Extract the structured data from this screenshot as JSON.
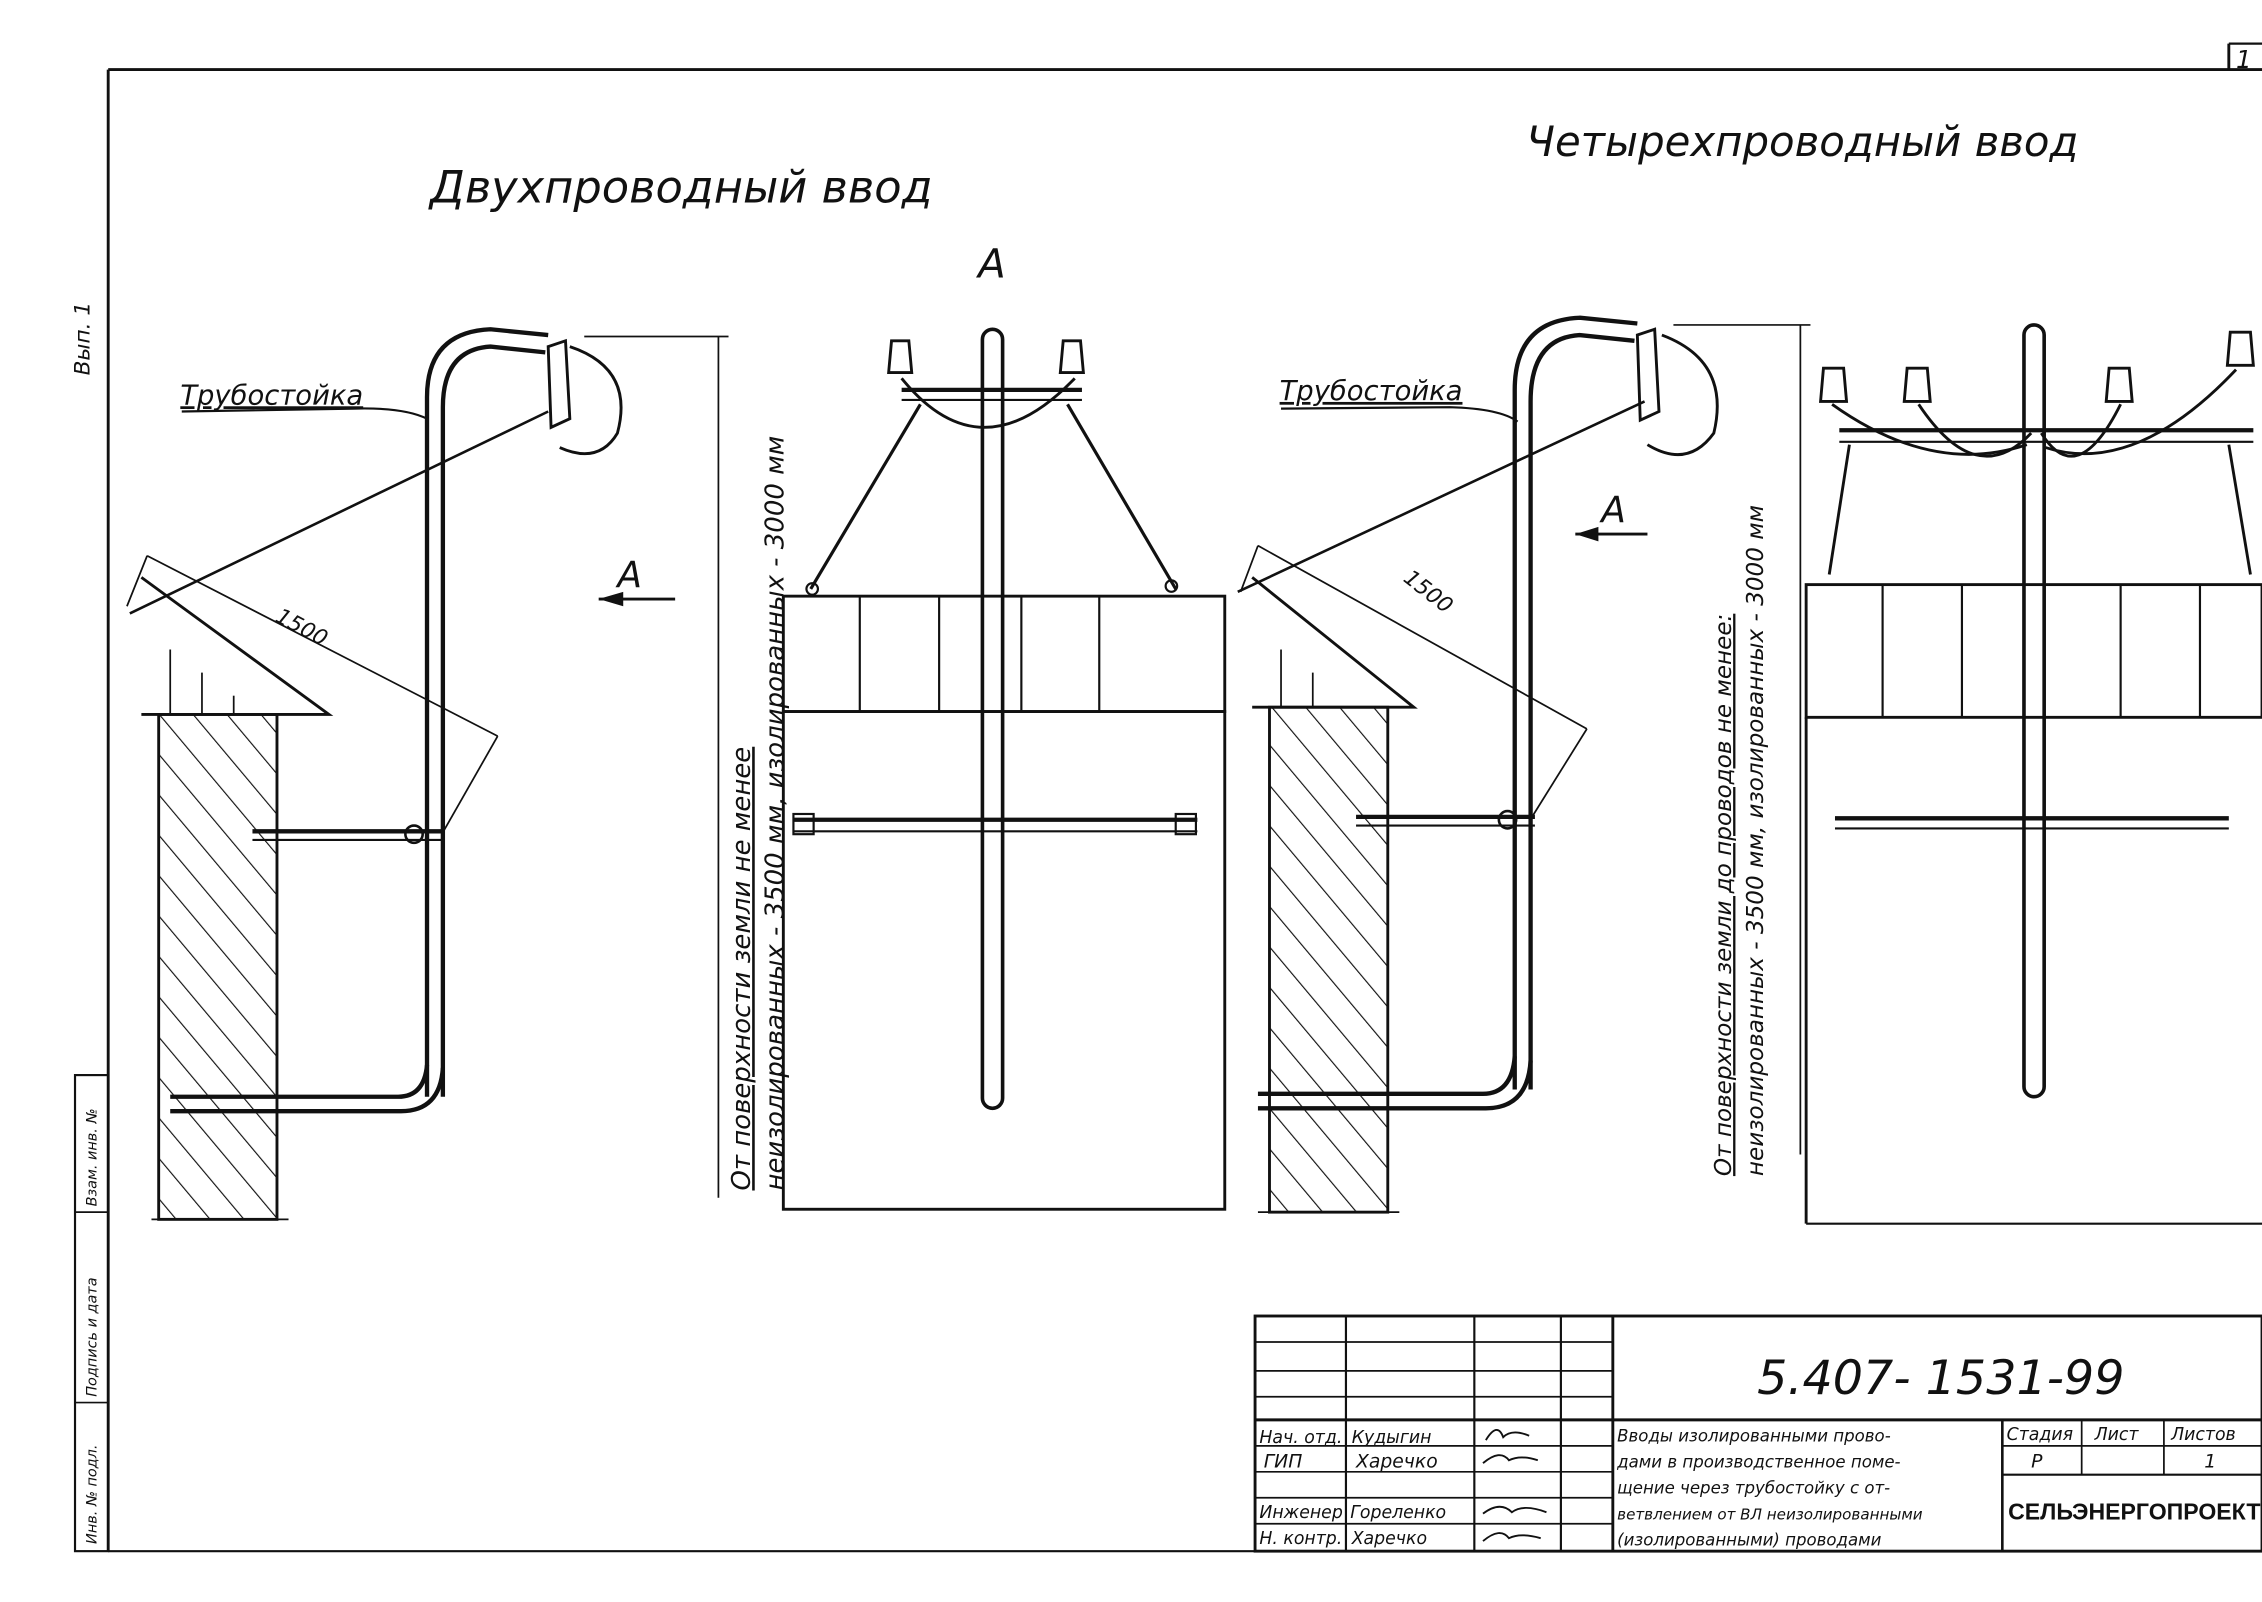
{
  "sheet": {
    "sheet_number": "1",
    "vol_label": "Вып. 1",
    "stamp_cells": [
      "Инв. № подл.",
      "Подпись и дата",
      "Взам. инв. №"
    ]
  },
  "views": {
    "two_wire": {
      "title": "Двухпроводный ввод",
      "pipe_stand_label": "Трубостойка",
      "dim_1500": "1500",
      "view_arrow": "А",
      "vertical_note_1": "От поверхности земли не менее",
      "vertical_note_2": "неизолированных - 3500 мм, изолированных - 3000 мм"
    },
    "front_a": {
      "label": "А"
    },
    "four_wire": {
      "title": "Четырехпроводный ввод",
      "pipe_stand_label": "Трубостойка",
      "dim_1500": "1500",
      "view_arrow": "А",
      "vertical_note_1": "От поверхности земли до проводов не менее:",
      "vertical_note_2": "неизолированных - 3500 мм, изолированных - 3000 мм"
    }
  },
  "title_block": {
    "doc_code": "5.407- 1531-99",
    "roles": [
      "Нач. отд.",
      "ГИП",
      "",
      "Инженер",
      "Н. контр."
    ],
    "names": [
      "Кудыгин",
      "Харечко",
      "",
      "Гореленко",
      "Харечко"
    ],
    "description": [
      "Вводы изолированными прово-",
      "дами в производственное поме-",
      "щение через трубостойку с от-",
      "ветвлением от ВЛ неизолированными",
      "(изолированными) проводами"
    ],
    "headers": {
      "stage": "Стадия",
      "sheet": "Лист",
      "sheets": "Листов"
    },
    "values": {
      "stage": "Р",
      "sheet": "",
      "sheets": "1"
    },
    "org": "СЕЛЬЭНЕРГОПРОЕКТ"
  }
}
